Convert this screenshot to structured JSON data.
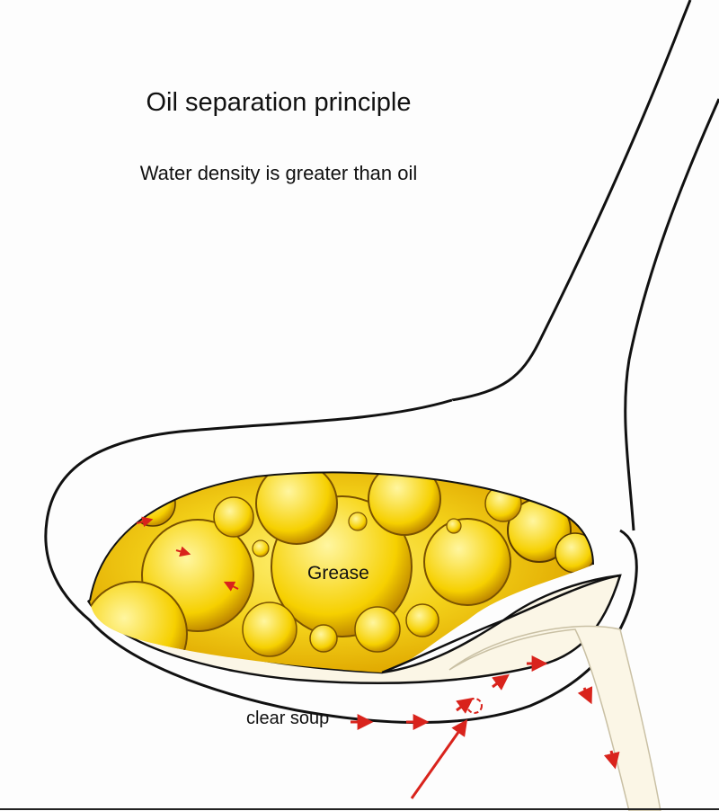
{
  "diagram": {
    "title": "Oil separation principle",
    "subtitle": "Water density is greater than oil",
    "labels": {
      "grease": "Grease",
      "clear_soup": "clear soup"
    },
    "colors": {
      "outline": "#111111",
      "oil_light": "#fff27a",
      "oil_mid": "#f2c500",
      "oil_dark": "#c98a00",
      "oil_edge": "#6b4a00",
      "soup": "#fbf6e6",
      "arrow": "#d9231c",
      "background": "#fdfdfd"
    }
  }
}
